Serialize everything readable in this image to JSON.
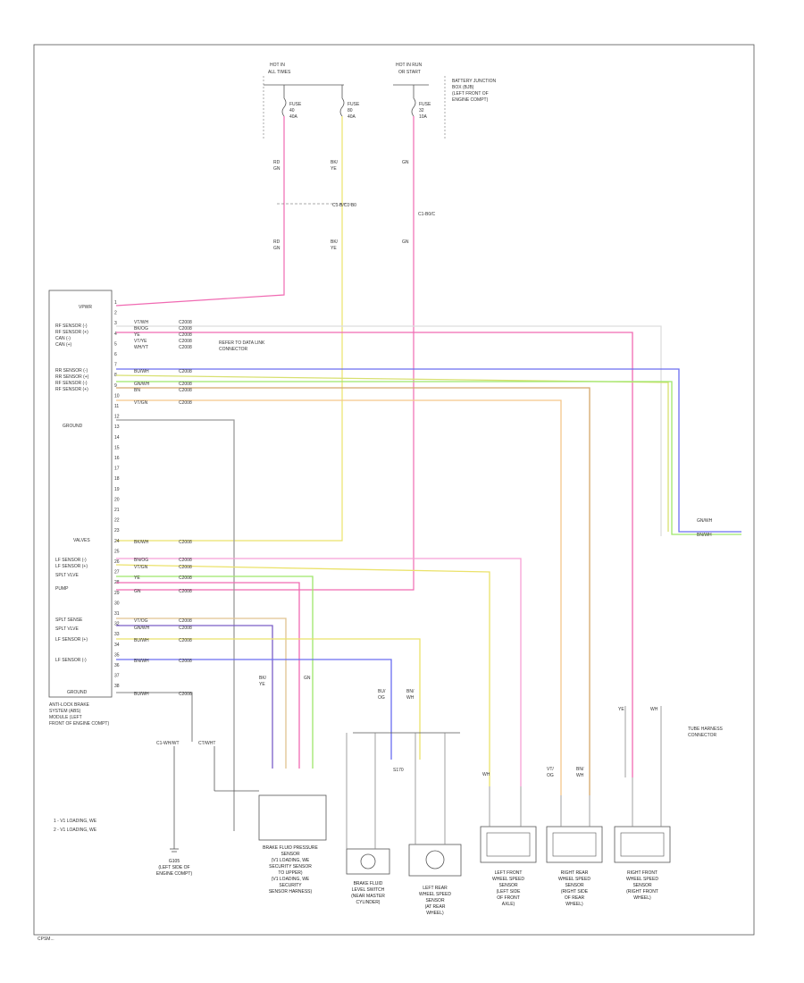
{
  "top": {
    "hot_left": [
      "HOT IN",
      "ALL TIMES"
    ],
    "hot_right": [
      "HOT IN RUN",
      "OR START"
    ],
    "fuse_note": [
      "BATTERY JUNCTION",
      "BOX (BJB)",
      "(LEFT FRONT OF",
      "ENGINE COMPT)"
    ],
    "fuse1": [
      "FUSE",
      "40",
      "40A"
    ],
    "fuse2": [
      "FUSE",
      "80",
      "40A"
    ],
    "fuse3": [
      "FUSE",
      "32",
      "10A"
    ],
    "wire_top": [
      [
        "RD",
        "GN"
      ],
      [
        "BK/",
        "YE"
      ],
      [
        "GN"
      ]
    ],
    "conn1": "C1-B/C1-B0",
    "conn2": "C1-B0/C",
    "wire_bot": [
      [
        "RD",
        "GN"
      ],
      [
        "BK/",
        "YE"
      ],
      [
        "GN"
      ]
    ]
  },
  "module": {
    "caption": [
      "ANTI-LOCK BRAKE",
      "SYSTEM (ABS)",
      "MODULE (LEFT",
      "FRONT OF ENGINE COMPT)"
    ],
    "pins_upper": [
      "VPWR",
      "RF SENSOR (-)",
      "RF SENSOR (+)",
      "CAN (-)",
      "CAN (+)",
      "RR SENSOR (-)",
      "RR SENSOR (+)",
      "RF SENSOR (-)",
      "RF SENSOR (+)",
      "GROUND"
    ],
    "pins_lower": [
      "VALVES",
      "LF SENSOR (-)",
      "LF SENSOR (+)",
      "SPLT VLVE",
      "PUMP",
      "SPLT SENSE",
      "SPLT VLVE",
      "LF SENSOR (+)",
      "LF SENSOR (-)",
      "GROUND"
    ],
    "pin_nums": [
      "1",
      "2",
      "3",
      "4",
      "5",
      "6",
      "7",
      "8",
      "9",
      "10",
      "11",
      "12",
      "13",
      "14",
      "15",
      "16",
      "17",
      "18",
      "19",
      "20",
      "21",
      "22",
      "23",
      "24",
      "25",
      "26",
      "27",
      "28",
      "29",
      "30",
      "31",
      "32",
      "33",
      "34",
      "35",
      "36",
      "37",
      "38"
    ]
  },
  "wire_tags": {
    "upper": [
      [
        "VT/WH",
        "C2008"
      ],
      [
        "BK/OG",
        "C2008"
      ],
      [
        "YE",
        "C2008"
      ],
      [
        "VT/YE",
        "C2008"
      ],
      [
        "WH/YT",
        "C2008"
      ],
      [
        "BU/WH",
        "C2008"
      ],
      [
        "GN/WH",
        "C2008"
      ],
      [
        "BN",
        "C2008"
      ],
      [
        "VT/GN",
        "C2008"
      ]
    ],
    "lower": [
      [
        "BK/WH",
        "C2008"
      ],
      [
        "BN/OG",
        "C2008"
      ],
      [
        "VT/GN",
        "C2008"
      ],
      [
        "YE",
        "C2008"
      ],
      [
        "GN",
        "C2008"
      ],
      [
        "VT/OG",
        "C2008"
      ],
      [
        "GN/WH",
        "C2008"
      ],
      [
        "BU/WH",
        "C2008"
      ],
      [
        "BN/WH",
        "C2008"
      ],
      [
        "BU/WH",
        "C2008"
      ]
    ]
  },
  "ref_note": [
    "REFER TO DATA LINK",
    "CONNECTOR"
  ],
  "right_link": [
    "GN/WH",
    "BN/WH"
  ],
  "splice": "S170",
  "bottom": {
    "gnd_caption": [
      "G105",
      "(LEFT SIDE OF",
      "ENGINE COMPT)"
    ],
    "gnd_wires": [
      "C1-WH/WT",
      "CT/WHT"
    ],
    "legend": [
      "1 - V1 LOADING, WE",
      "2 - V1 LOADING, WE"
    ],
    "brake_caption": [
      "BRAKE FLUID PRESSURE",
      "SENSOR",
      "(V1 LOADING, WE",
      "SECURITY SENSOR",
      "TO UPPER)",
      "(V1 LOADING, WE",
      "SECURITY",
      "SENSOR HARNESS)"
    ],
    "lf_caption": [
      "BRAKE FLUID",
      "LEVEL SWITCH",
      "(NEAR MASTER",
      "CYLINDER)"
    ],
    "lr_caption": [
      "LEFT REAR",
      "WHEEL SPEED",
      "SENSOR",
      "(AT REAR",
      "WHEEL)"
    ],
    "s1_caption": [
      "LEFT FRONT",
      "WHEEL SPEED",
      "SENSOR",
      "(LEFT SIDE",
      "OF FRONT",
      "AXLE)"
    ],
    "s2_caption": [
      "RIGHT REAR",
      "WHEEL SPEED",
      "SENSOR",
      "(RIGHT SIDE",
      "OF REAR",
      "WHEEL)"
    ],
    "s3_caption": [
      "RIGHT FRONT",
      "WHEEL SPEED",
      "SENSOR",
      "(RIGHT FRONT",
      "WHEEL)"
    ],
    "sensor_tags": [
      [
        "BU/",
        "OG"
      ],
      [
        "BN/",
        "WH"
      ],
      [
        "BK/",
        "YE"
      ],
      [
        "GN"
      ],
      [
        "WH"
      ],
      [
        "VT/",
        "OG"
      ],
      [
        "BN/",
        "WH"
      ],
      [
        "YE"
      ],
      [
        "WH"
      ]
    ],
    "frame_note": [
      "TUBE HARNESS",
      "CONNECTOR"
    ],
    "footer": "CPSM..."
  },
  "colors": {
    "red": "#f06ab2",
    "pink": "#f7a0d6",
    "yellow": "#ebe26a",
    "tan": "#e0c490",
    "orange": "#f5c78a",
    "green": "#9ee66a",
    "blue": "#6a6ef0",
    "gray": "#9a9a9a",
    "brown": "#d4a86a",
    "violet": "#7a5ec8"
  }
}
